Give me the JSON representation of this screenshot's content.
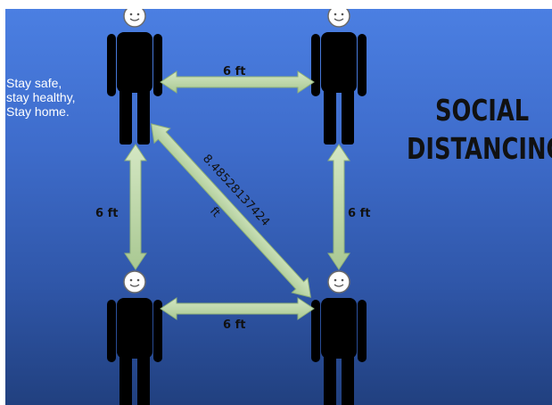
{
  "slogan": {
    "line1": "Stay safe,",
    "line2": "stay healthy,",
    "line3": "Stay home."
  },
  "title": {
    "line1": "SOCIAL",
    "line2": "DISTANCING"
  },
  "distances": {
    "top": "6 ft",
    "bottom": "6 ft",
    "left": "6 ft",
    "right": "6 ft",
    "diagonal_value": "8.48528137424",
    "diagonal_unit": "ft"
  },
  "colors": {
    "background_top": "#4b7fe2",
    "background_bottom": "#21407f",
    "arrow_fill": "#b8d6a0",
    "figure": "#000000",
    "face": "#ffffff"
  }
}
